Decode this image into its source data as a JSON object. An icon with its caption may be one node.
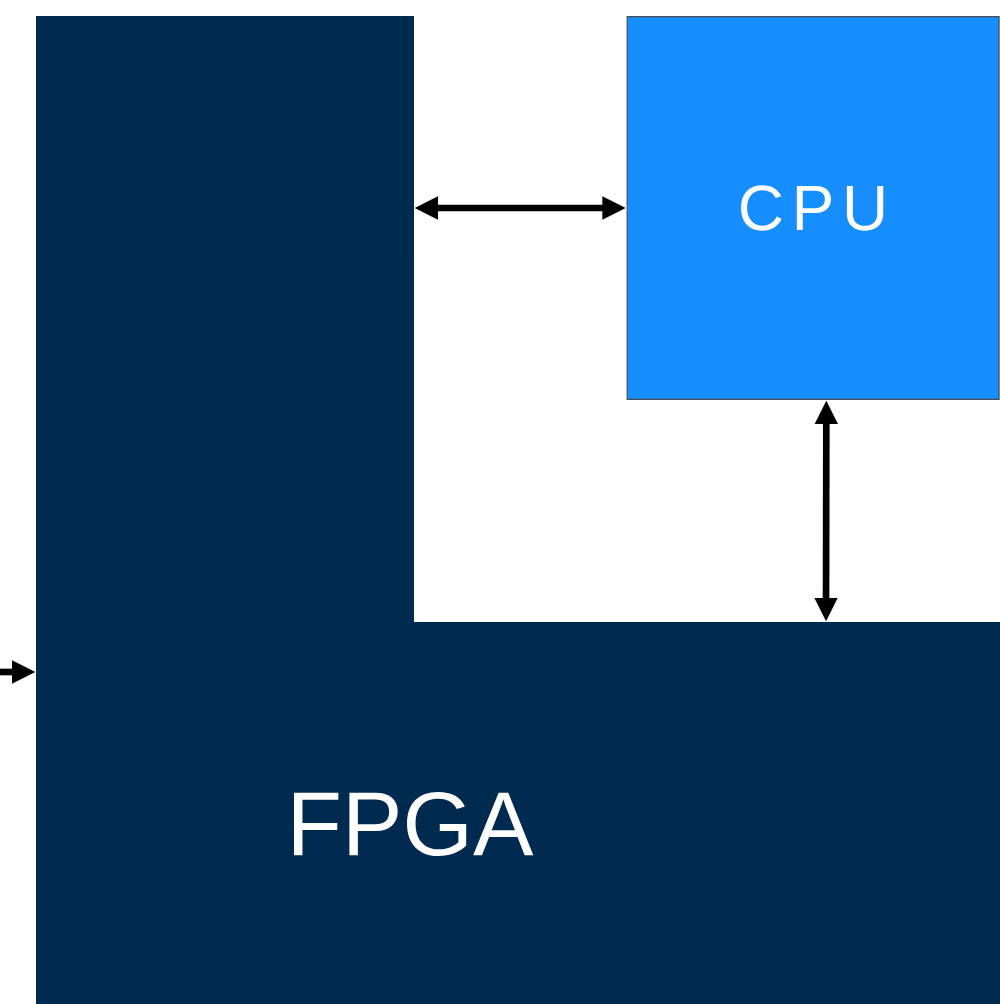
{
  "diagram": {
    "nodes": [
      {
        "text": [
          "FPGA"
        ]
      },
      {
        "text": [
          "CPU"
        ]
      }
    ],
    "edges": [
      {
        "from": 0,
        "to": 1,
        "arrow": "both"
      },
      {
        "from": 1,
        "to": 0,
        "arrow": "both"
      },
      {
        "from": null,
        "to": 0,
        "arrow": "to"
      }
    ]
  }
}
